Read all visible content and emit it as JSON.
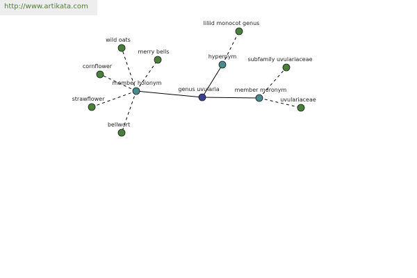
{
  "header": {
    "site_link": "http://www.artikata.com"
  },
  "colors": {
    "center_node": "#3a3f8f",
    "relation_node": "#4a8a8e",
    "leaf_node": "#4a7f3c",
    "edge": "#000000",
    "site_link_bg": "#eeeeee",
    "site_link_text": "#4f7f2f"
  },
  "graph": {
    "nodes": [
      {
        "id": "genus-uvularia",
        "label": "genus uvularia",
        "kind": "center"
      },
      {
        "id": "member-holonym",
        "label": "member holonym",
        "kind": "relation"
      },
      {
        "id": "hypernym",
        "label": "hypernym",
        "kind": "relation"
      },
      {
        "id": "member-meronym",
        "label": "member meronym",
        "kind": "relation"
      },
      {
        "id": "wild-oats",
        "label": "wild oats",
        "kind": "leaf"
      },
      {
        "id": "merry-bells",
        "label": "merry bells",
        "kind": "leaf"
      },
      {
        "id": "cornflower",
        "label": "cornflower",
        "kind": "leaf"
      },
      {
        "id": "strawflower",
        "label": "strawflower",
        "kind": "leaf"
      },
      {
        "id": "bellwort",
        "label": "bellwort",
        "kind": "leaf"
      },
      {
        "id": "liliid-monocot-genus",
        "label": "liliid monocot genus",
        "kind": "leaf"
      },
      {
        "id": "subfamily-uvulariaceae",
        "label": "subfamily uvulariaceae",
        "kind": "leaf"
      },
      {
        "id": "uvulariaceae",
        "label": "uvulariaceae",
        "kind": "leaf"
      }
    ],
    "edges": [
      {
        "from": "genus-uvularia",
        "to": "member-holonym",
        "style": "solid"
      },
      {
        "from": "genus-uvularia",
        "to": "hypernym",
        "style": "solid"
      },
      {
        "from": "genus-uvularia",
        "to": "member-meronym",
        "style": "solid"
      },
      {
        "from": "member-holonym",
        "to": "wild-oats",
        "style": "dashed"
      },
      {
        "from": "member-holonym",
        "to": "merry-bells",
        "style": "dashed"
      },
      {
        "from": "member-holonym",
        "to": "cornflower",
        "style": "dashed"
      },
      {
        "from": "member-holonym",
        "to": "strawflower",
        "style": "dashed"
      },
      {
        "from": "member-holonym",
        "to": "bellwort",
        "style": "dashed"
      },
      {
        "from": "hypernym",
        "to": "liliid-monocot-genus",
        "style": "dashed"
      },
      {
        "from": "member-meronym",
        "to": "subfamily-uvulariaceae",
        "style": "dashed"
      },
      {
        "from": "member-meronym",
        "to": "uvulariaceae",
        "style": "dashed"
      }
    ]
  }
}
